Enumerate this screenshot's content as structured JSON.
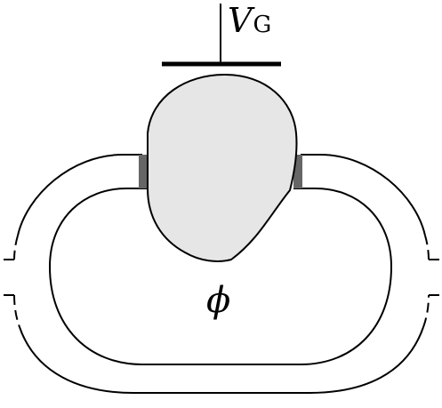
{
  "gate_label": {
    "symbol": "V",
    "subscript": "G"
  },
  "flux_label": "ϕ",
  "colors": {
    "stroke": "#000000",
    "dot_fill": "#e6e6e6",
    "tunnel_barrier": "#666666",
    "background": "#ffffff"
  }
}
